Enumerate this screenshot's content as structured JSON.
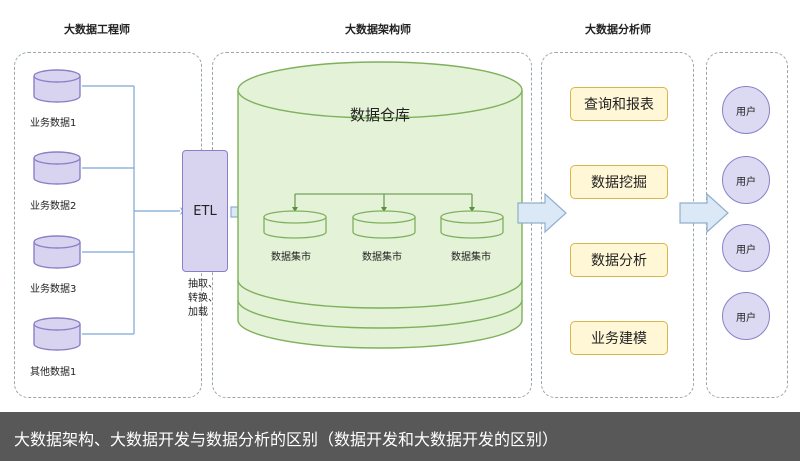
{
  "headings": {
    "engineer": "大数据工程师",
    "architect": "大数据架构师",
    "analyst": "大数据分析师"
  },
  "sources": [
    {
      "label": "业务数据1"
    },
    {
      "label": "业务数据2"
    },
    {
      "label": "业务数据3"
    },
    {
      "label": "其他数据1"
    }
  ],
  "etl": {
    "label": "ETL",
    "note": "抽取、转换、加载"
  },
  "warehouse": {
    "title": "数据仓库",
    "marts": [
      {
        "label": "数据集市"
      },
      {
        "label": "数据集市"
      },
      {
        "label": "数据集市"
      }
    ]
  },
  "functions": [
    {
      "label": "查询和报表"
    },
    {
      "label": "数据挖掘"
    },
    {
      "label": "数据分析"
    },
    {
      "label": "业务建模"
    }
  ],
  "users": [
    {
      "label": "用户"
    },
    {
      "label": "用户"
    },
    {
      "label": "用户"
    },
    {
      "label": "用户"
    }
  ],
  "caption": "大数据架构、大数据开发与数据分析的区别（数据开发和大数据开发的区别）",
  "colors": {
    "db_fill": "#d8d4f0",
    "db_stroke": "#8a80c8",
    "warehouse_fill": "#e4f2d8",
    "warehouse_stroke": "#7fb05c",
    "func_fill": "#fff7d6",
    "func_stroke": "#d9b64a",
    "arrow_fill": "#dbe8f5",
    "arrow_stroke": "#8fb0cf",
    "connector": "#7aa7d6"
  }
}
